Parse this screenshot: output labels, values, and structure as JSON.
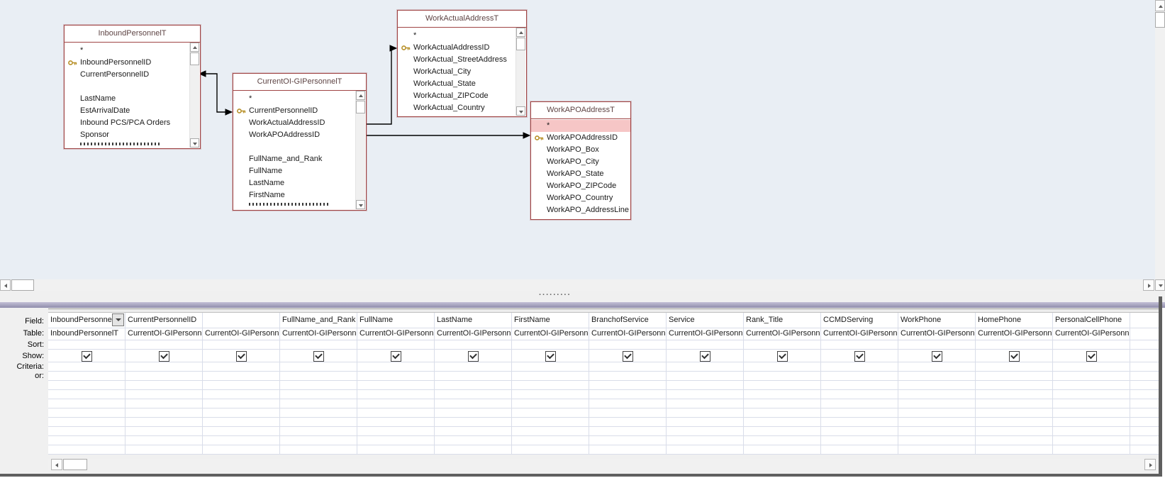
{
  "diagram": {
    "tables": [
      {
        "title": "InboundPersonnelT",
        "fields": [
          "*",
          "InboundPersonnelID",
          "CurrentPersonnelID",
          "",
          "LastName",
          "EstArrivalDate",
          "Inbound PCS/PCA Orders",
          "Sponsor"
        ],
        "key_field": "InboundPersonnelID"
      },
      {
        "title": "CurrentOI-GIPersonnelT",
        "fields": [
          "*",
          "CurrentPersonnelID",
          "WorkActualAddressID",
          "WorkAPOAddressID",
          "",
          "FullName_and_Rank",
          "FullName",
          "LastName",
          "FirstName"
        ],
        "key_field": "CurrentPersonnelID"
      },
      {
        "title": "WorkActualAddressT",
        "fields": [
          "*",
          "WorkActualAddressID",
          "WorkActual_StreetAddress",
          "WorkActual_City",
          "WorkActual_State",
          "WorkActual_ZIPCode",
          "WorkActual_Country"
        ],
        "key_field": "WorkActualAddressID"
      },
      {
        "title": "WorkAPOAddressT",
        "fields": [
          "*",
          "WorkAPOAddressID",
          "WorkAPO_Box",
          "WorkAPO_City",
          "WorkAPO_State",
          "WorkAPO_ZIPCode",
          "WorkAPO_Country",
          "WorkAPO_AddressLine"
        ],
        "key_field": "WorkAPOAddressID",
        "selected_row": "*"
      }
    ],
    "joins": [
      {
        "from": "InboundPersonnelT.CurrentPersonnelID",
        "to": "CurrentOI-GIPersonnelT.CurrentPersonnelID"
      },
      {
        "from": "CurrentOI-GIPersonnelT.WorkActualAddressID",
        "to": "WorkActualAddressT.WorkActualAddressID"
      },
      {
        "from": "CurrentOI-GIPersonnelT.WorkAPOAddressID",
        "to": "WorkAPOAddressT.WorkAPOAddressID"
      }
    ]
  },
  "grid": {
    "row_labels": [
      "Field:",
      "Table:",
      "Sort:",
      "Show:",
      "Criteria:",
      "or:"
    ],
    "columns": [
      {
        "field": "InboundPersonne",
        "table": "InboundPersonnelT",
        "show": true,
        "dropdown": true
      },
      {
        "field": "CurrentPersonnelID",
        "table": "CurrentOI-GIPersonnelT",
        "show": true
      },
      {
        "field": "",
        "table": "CurrentOI-GIPersonnelT",
        "show": true
      },
      {
        "field": "FullName_and_Rank",
        "table": "CurrentOI-GIPersonnelT",
        "show": true
      },
      {
        "field": "FullName",
        "table": "CurrentOI-GIPersonnelT",
        "show": true
      },
      {
        "field": "LastName",
        "table": "CurrentOI-GIPersonnelT",
        "show": true
      },
      {
        "field": "FirstName",
        "table": "CurrentOI-GIPersonnelT",
        "show": true
      },
      {
        "field": "BranchofService",
        "table": "CurrentOI-GIPersonnelT",
        "show": true
      },
      {
        "field": "Service",
        "table": "CurrentOI-GIPersonnelT",
        "show": true
      },
      {
        "field": "Rank_Title",
        "table": "CurrentOI-GIPersonnelT",
        "show": true
      },
      {
        "field": "CCMDServing",
        "table": "CurrentOI-GIPersonnelT",
        "show": true
      },
      {
        "field": "WorkPhone",
        "table": "CurrentOI-GIPersonnelT",
        "show": true
      },
      {
        "field": "HomePhone",
        "table": "CurrentOI-GIPersonnelT",
        "show": true
      },
      {
        "field": "PersonalCellPhone",
        "table": "CurrentOI-GIPersonnelT",
        "show": true
      },
      {
        "field": "",
        "table": "",
        "show": false
      }
    ]
  },
  "colors": {
    "box_border": "#a04545",
    "selected_row_bg": "#f6c6c6",
    "grid_line": "#d9dde9",
    "pane_bg": "#e9eef4",
    "band": "#8f8cab"
  }
}
